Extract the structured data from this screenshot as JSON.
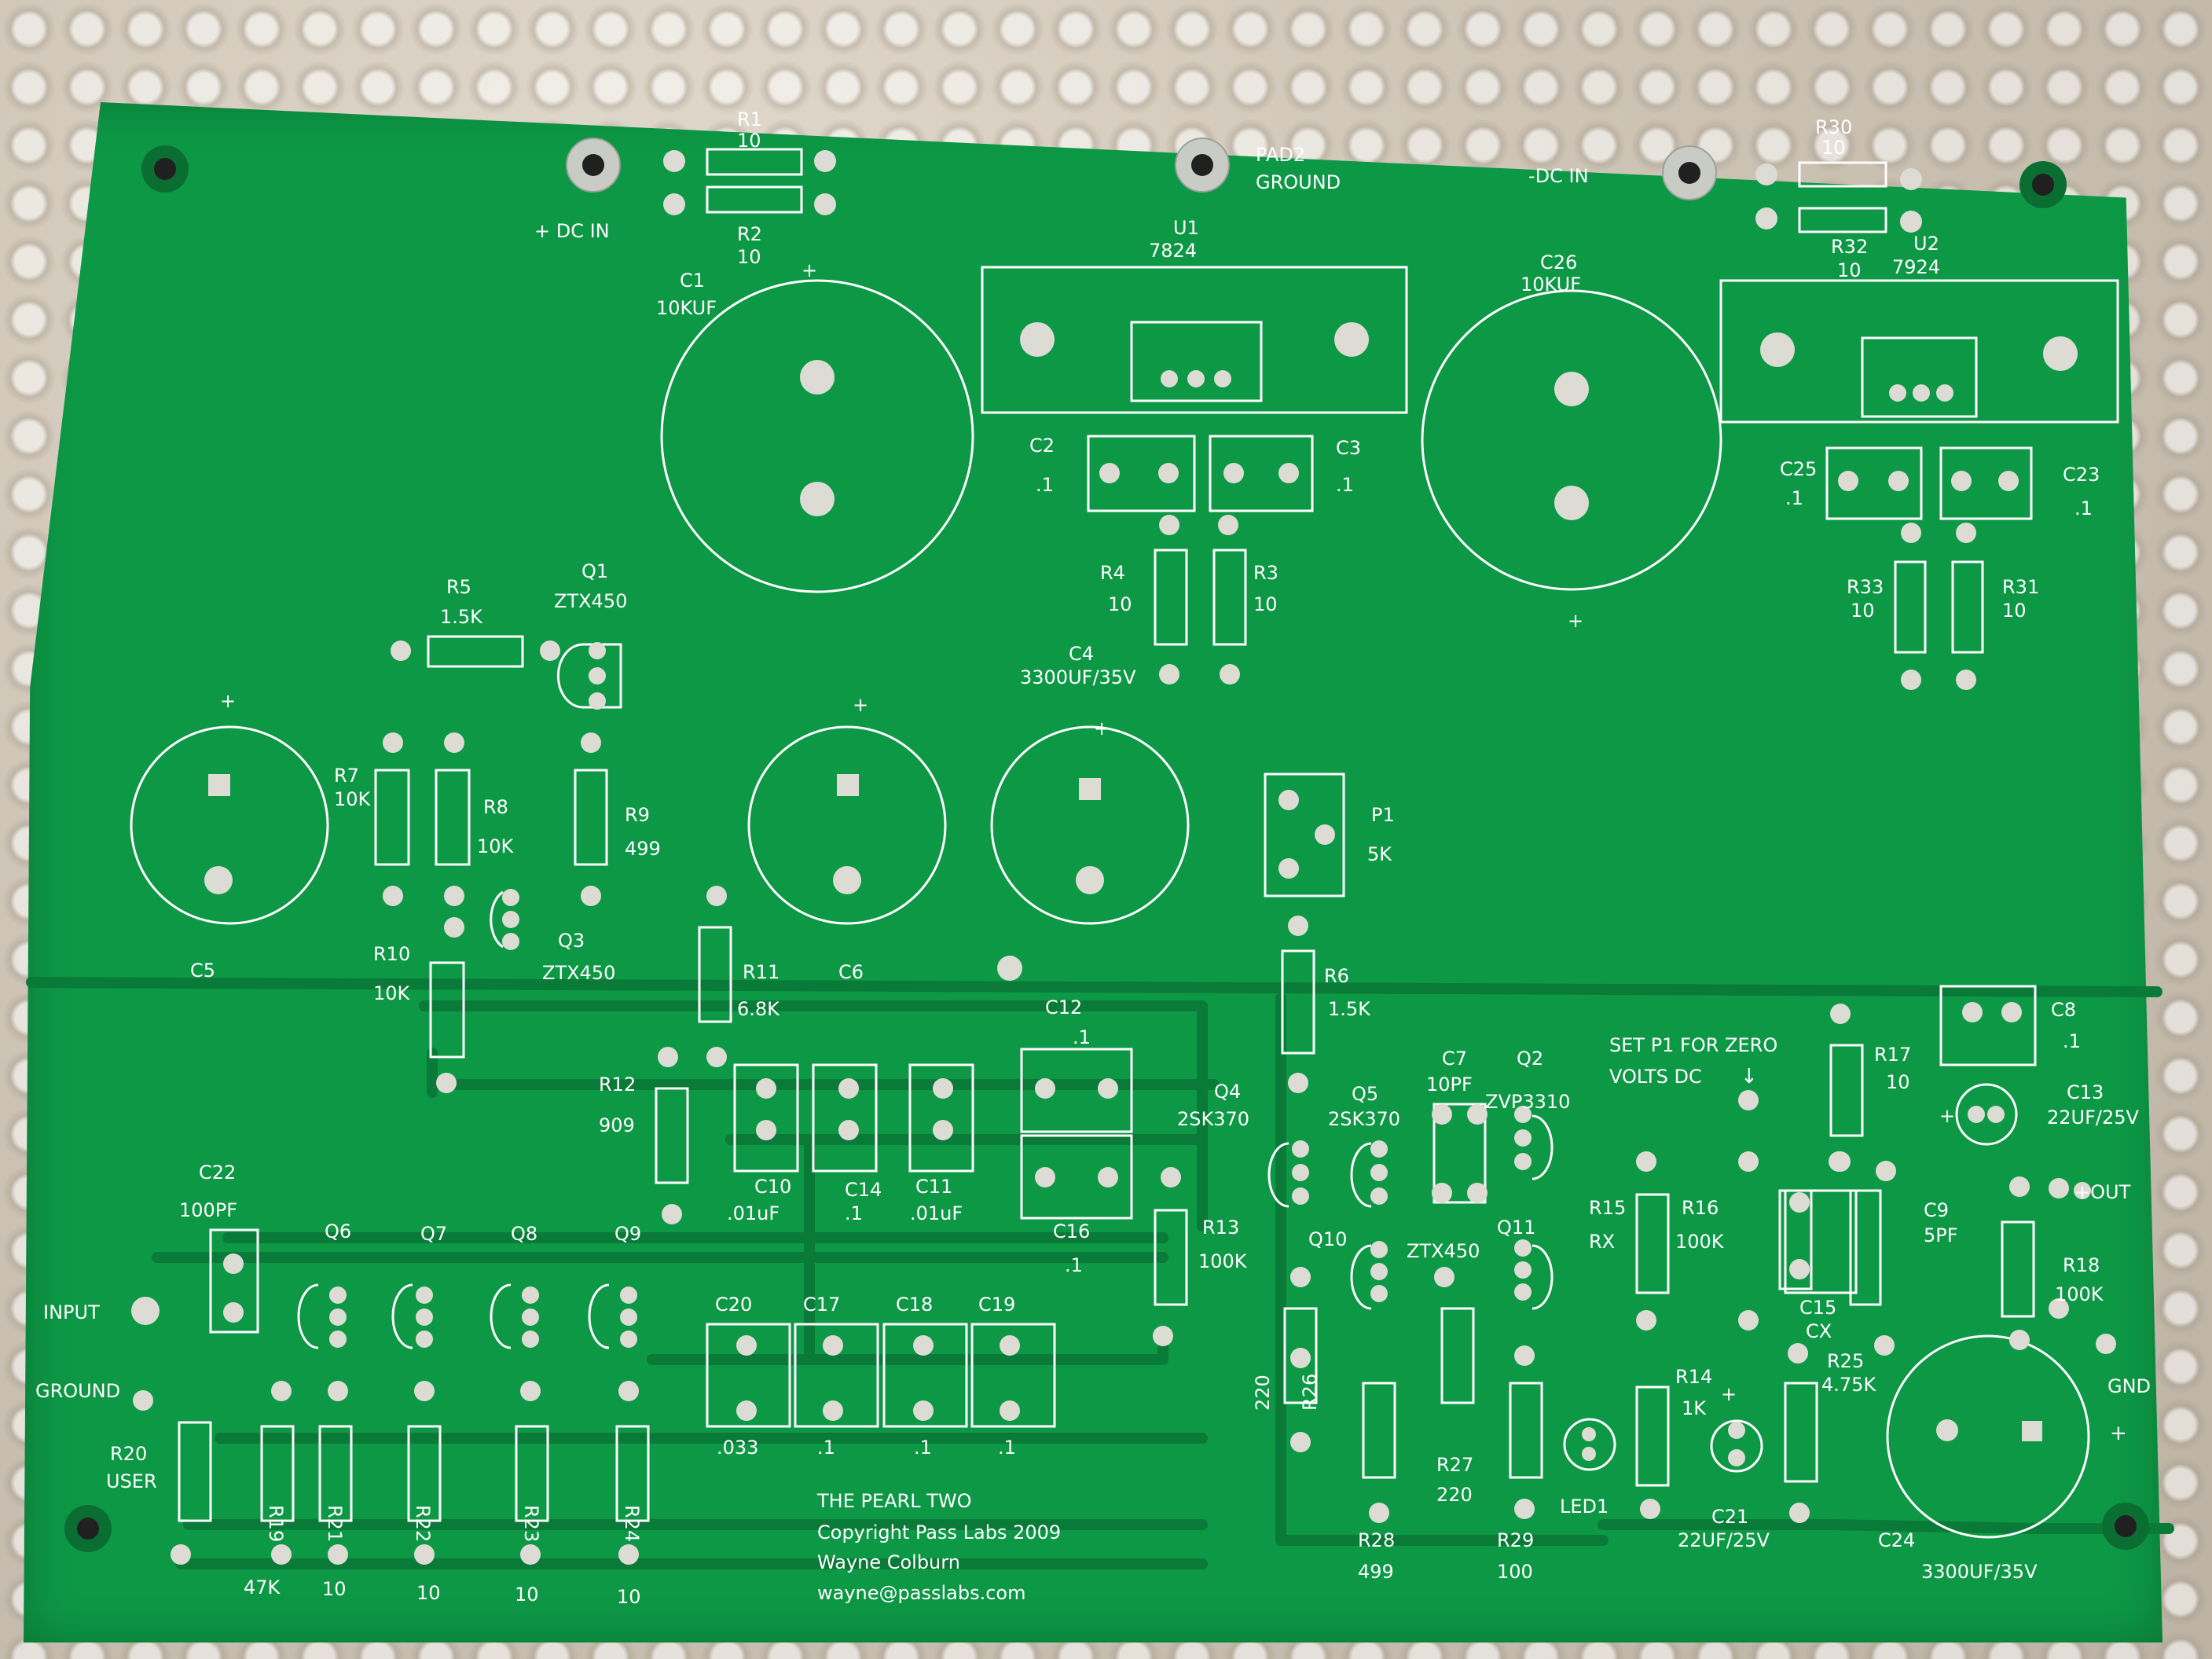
{
  "labels": {
    "r1": "R1",
    "r1v": "10",
    "r2": "R2",
    "r2v": "10",
    "dcin_plus": "+ DC IN",
    "pad2": "PAD2",
    "ground_top": "GROUND",
    "dcin_minus": "-DC IN",
    "r30": "R30",
    "r30v": "10",
    "r32": "R32",
    "r32v": "10",
    "u1": "U1",
    "u1v": "7824",
    "u2": "U2",
    "u2v": "7924",
    "c1": "C1",
    "c1v": "10KUF",
    "c26": "C26",
    "c26v": "10KUF",
    "c2": "C2",
    "c2v": ".1",
    "c3": "C3",
    "c3v": ".1",
    "c25": "C25",
    "c25v": ".1",
    "c23": "C23",
    "c23v": ".1",
    "r4": "R4",
    "r4v": "10",
    "r3": "R3",
    "r3v": "10",
    "r33": "R33",
    "r33v": "10",
    "r31": "R31",
    "r31v": "10",
    "r5": "R5",
    "r5v": "1.5K",
    "q1": "Q1",
    "q1v": "ZTX450",
    "c4": "C4",
    "c4v": "3300UF/35V",
    "r7": "R7",
    "r7v": "10K",
    "r8": "R8",
    "r8v": "10K",
    "r9": "R9",
    "r9v": "499",
    "p1": "P1",
    "p1v": "5K",
    "c5": "C5",
    "c6": "C6",
    "r10": "R10",
    "r10v": "10K",
    "q3": "Q3",
    "q3v": "ZTX450",
    "r11": "R11",
    "r11v": "6.8K",
    "r6": "R6",
    "r6v": "1.5K",
    "c12": "C12",
    "c12v": ".1",
    "c8": "C8",
    "c8v": ".1",
    "r12": "R12",
    "r12v": "909",
    "q4": "Q4",
    "q4v": "2SK370",
    "q5": "Q5",
    "q5v": "2SK370",
    "c7": "C7",
    "c7v": "10PF",
    "q2": "Q2",
    "q2v": "ZVP3310",
    "set_p1": "SET P1 FOR ZERO",
    "volts_dc": "VOLTS DC",
    "r17": "R17",
    "r17v": "10",
    "c13": "C13",
    "c13v": "22UF/25V",
    "c22": "C22",
    "c22v": "100PF",
    "c10": "C10",
    "c10v": ".01uF",
    "c14": "C14",
    "c14v": ".1",
    "c11": "C11",
    "c11v": ".01uF",
    "c16": "C16",
    "c16v": ".1",
    "r13": "R13",
    "r13v": "100K",
    "q6": "Q6",
    "q7": "Q7",
    "q8": "Q8",
    "q9": "Q9",
    "q10": "Q10",
    "q10v": "ZTX450",
    "q11": "Q11",
    "r15": "R15",
    "r15v": "RX",
    "r16": "R16",
    "r16v": "100K",
    "c9": "C9",
    "c9v": "5PF",
    "out_plus": "+OUT",
    "r18": "R18",
    "r18v": "100K",
    "input": "INPUT",
    "ground": "GROUND",
    "c20": "C20",
    "c17": "C17",
    "c18": "C18",
    "c19": "C19",
    "c20v": ".033",
    "c17v": ".1",
    "c18v": ".1",
    "c19v": ".1",
    "c15": "C15",
    "c15v": "CX",
    "r25": "R25",
    "r25v": "4.75K",
    "gnd": "GND",
    "r14": "R14",
    "r14v": "1K",
    "r26": "R26",
    "r26v": "220",
    "r20": "R20",
    "r20v": "USER",
    "r19": "R19",
    "r21": "R21",
    "r22": "R22",
    "r23": "R23",
    "r24": "R24",
    "r27": "R27",
    "r27v": "220",
    "led1": "LED1",
    "c21": "C21",
    "c21v": "22UF/25V",
    "c24": "C24",
    "c24v": "3300UF/35V",
    "r28": "R28",
    "r28v": "499",
    "r29": "R29",
    "r29v": "100",
    "v47k": "47K",
    "v10a": "10",
    "v10b": "10",
    "v10c": "10",
    "v10d": "10",
    "title": "THE PEARL  TWO",
    "copyright": "Copyright Pass Labs 2009",
    "author": "Wayne Colburn",
    "email": "wayne@passlabs.com"
  }
}
